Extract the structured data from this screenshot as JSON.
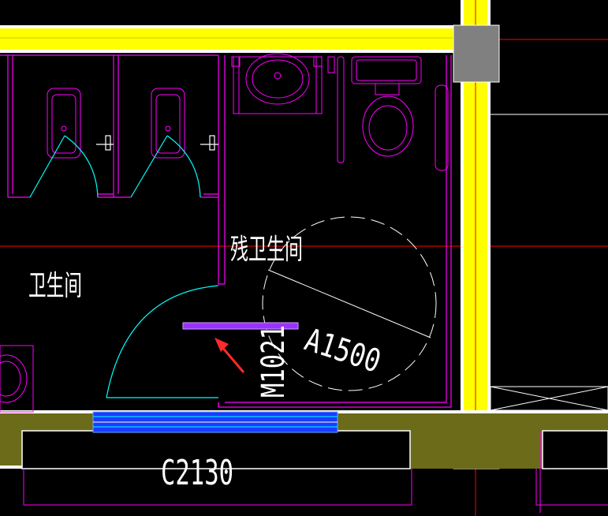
{
  "drawing": {
    "background_color": "#000000",
    "colors": {
      "wall_fill": "#ffff00",
      "wall_border": "#ffffff",
      "fixture_line": "#ff00ff",
      "door_arc": "#00ffff",
      "grid_line": "#ff0000",
      "column_fill": "#808080",
      "window_fill": "#1a3cff",
      "door_marker": "#9933ff",
      "soil_fill": "#6b6b1a",
      "annotation_arrow": "#ff2a2a"
    },
    "labels": {
      "accessible_restroom": "残卫生间",
      "restroom": "卫生间",
      "door_code": "M1021",
      "turning_circle": "A1500",
      "window_code": "C2130"
    }
  }
}
